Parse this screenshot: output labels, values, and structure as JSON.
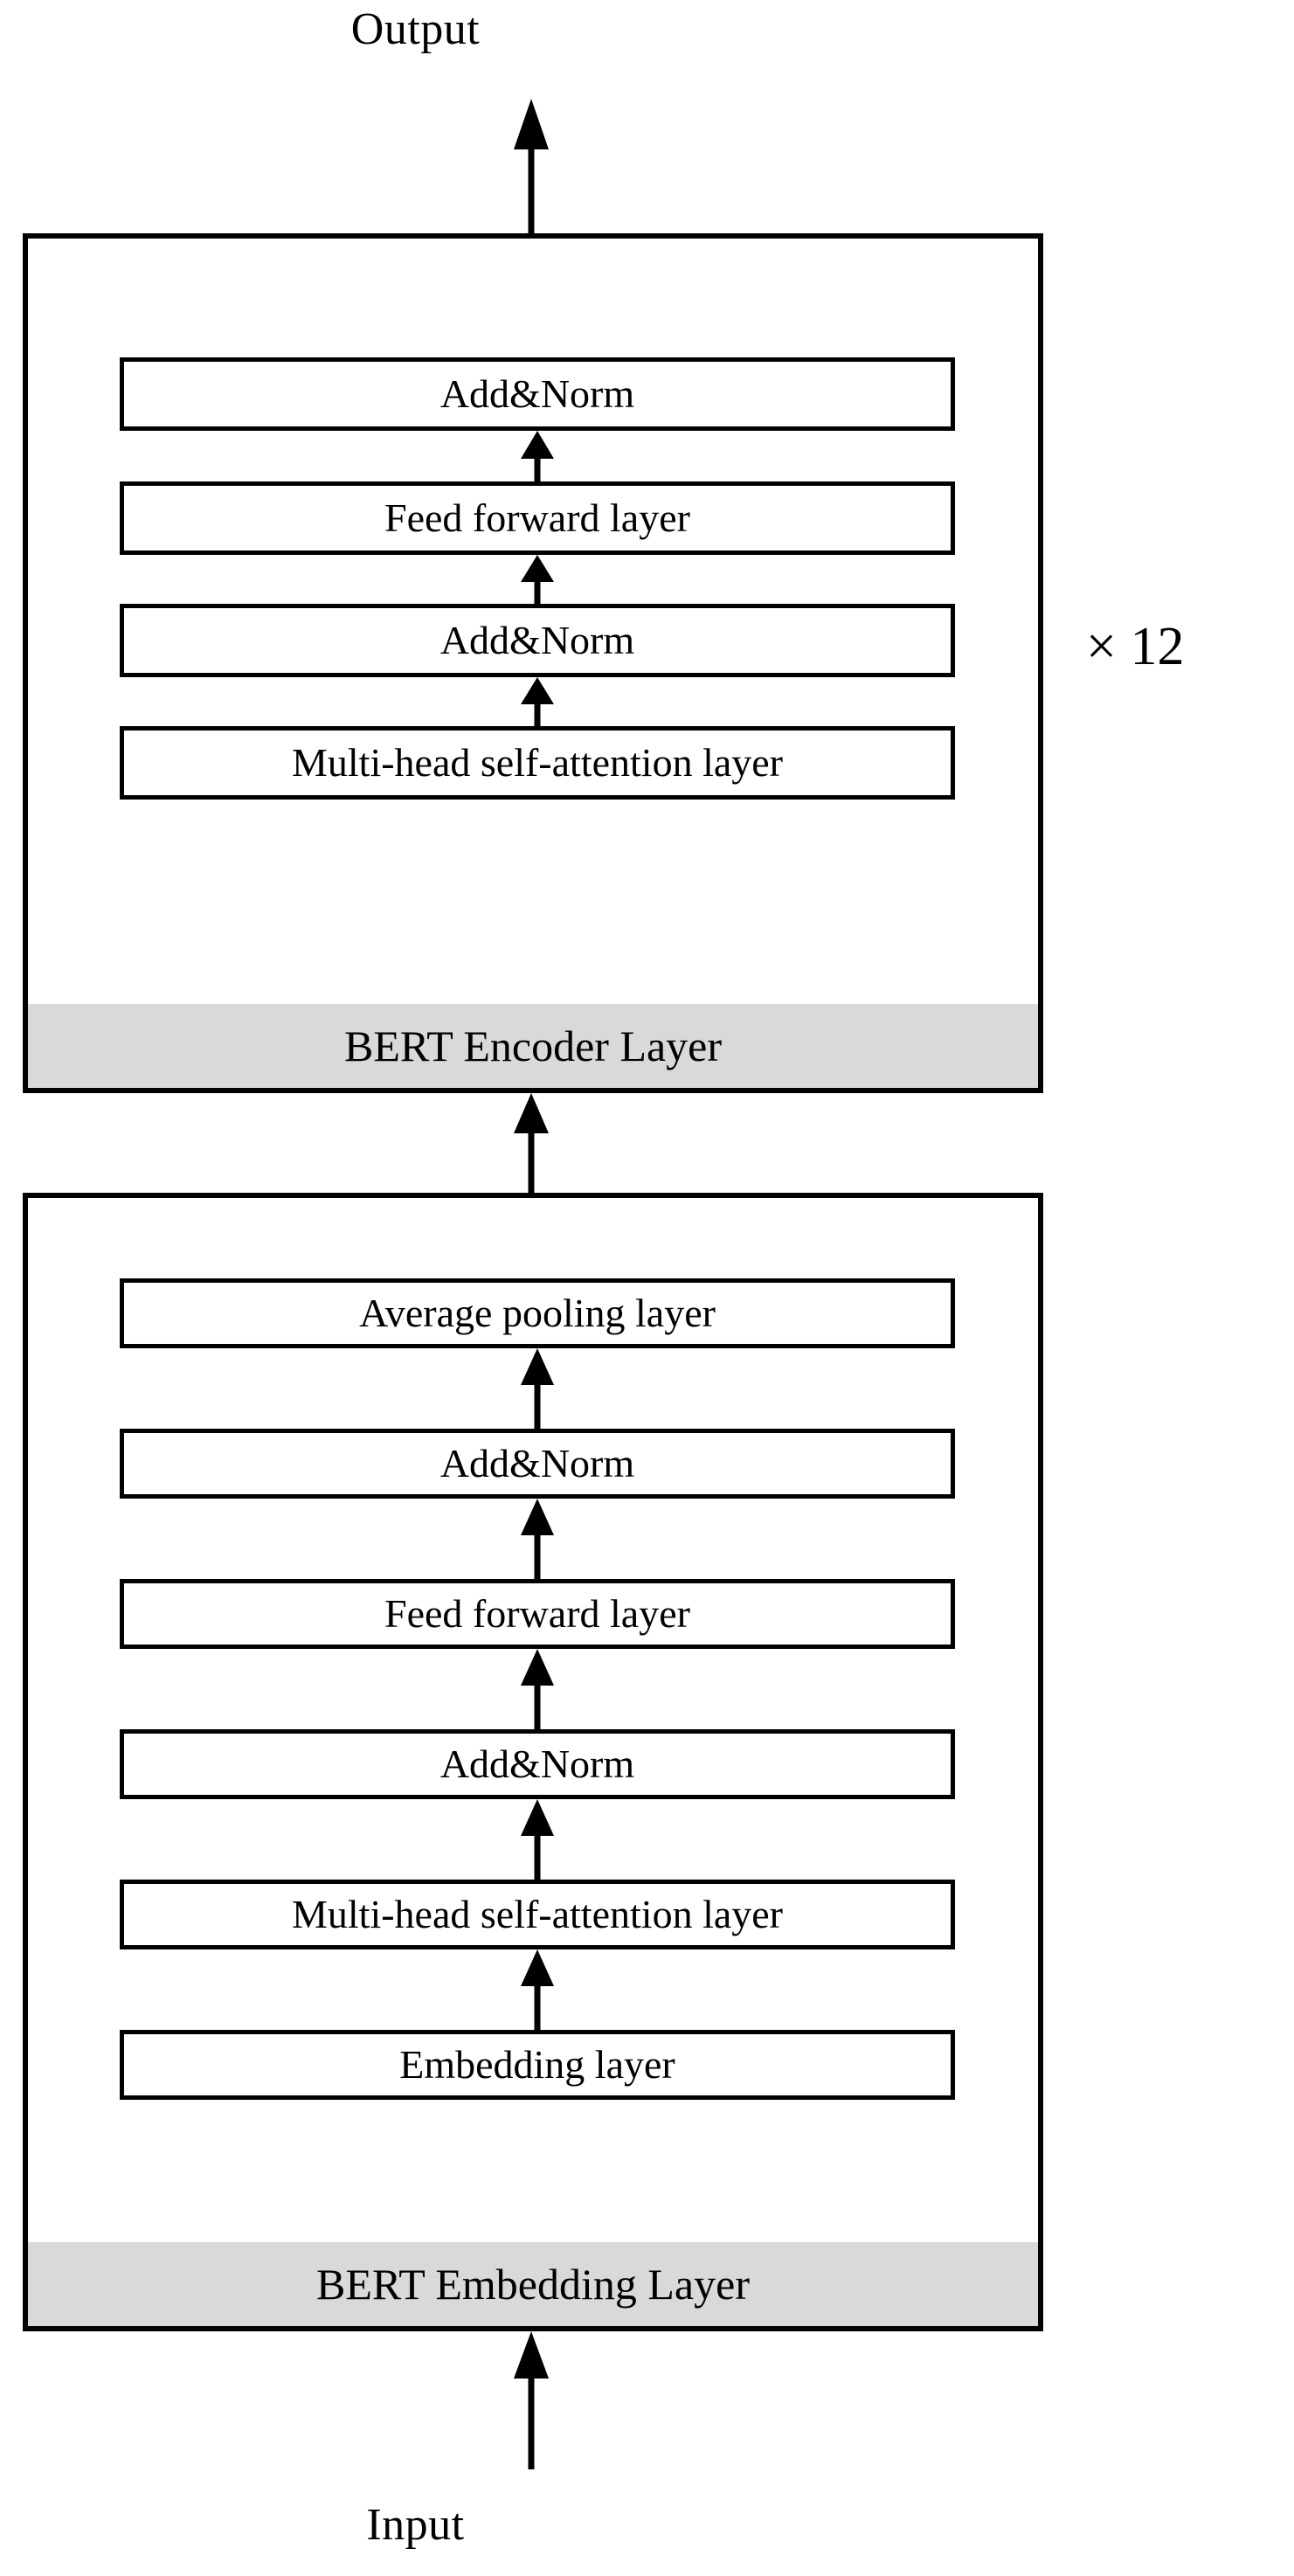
{
  "diagram": {
    "title_top": "Output",
    "title_bottom": "Input",
    "repeat_label": "× 12",
    "colors": {
      "stroke": "#000000",
      "band_fill": "#d9d9d9",
      "box_fill": "#ffffff",
      "background": "#ffffff"
    },
    "groups": [
      {
        "id": "encoder",
        "band_label": "BERT Encoder Layer",
        "layers": [
          {
            "label": "Add&Norm"
          },
          {
            "label": "Feed forward layer"
          },
          {
            "label": "Add&Norm"
          },
          {
            "label": "Multi-head self-attention layer"
          }
        ]
      },
      {
        "id": "embedding",
        "band_label": "BERT Embedding Layer",
        "layers": [
          {
            "label": "Average pooling layer"
          },
          {
            "label": "Add&Norm"
          },
          {
            "label": "Feed forward layer"
          },
          {
            "label": "Add&Norm"
          },
          {
            "label": "Multi-head self-attention layer"
          },
          {
            "label": "Embedding layer"
          }
        ]
      }
    ],
    "arrows": [
      {
        "name": "arrow-to-output",
        "from": "BERT Encoder Layer box top",
        "to": "Output"
      },
      {
        "name": "arrow-enc-attention-to-norm2",
        "from": "Multi-head self-attention layer",
        "to": "Add&Norm"
      },
      {
        "name": "arrow-enc-norm2-to-feedforward",
        "from": "Add&Norm",
        "to": "Feed forward layer"
      },
      {
        "name": "arrow-enc-feedforward-to-norm1",
        "from": "Feed forward layer",
        "to": "Add&Norm"
      },
      {
        "name": "arrow-embedding-to-encoder",
        "from": "BERT Embedding Layer",
        "to": "BERT Encoder Layer"
      },
      {
        "name": "arrow-emb-embedding-to-attention",
        "from": "Embedding layer",
        "to": "Multi-head self-attention layer"
      },
      {
        "name": "arrow-emb-attention-to-norm2",
        "from": "Multi-head self-attention layer",
        "to": "Add&Norm"
      },
      {
        "name": "arrow-emb-norm2-to-feedforward",
        "from": "Add&Norm",
        "to": "Feed forward layer"
      },
      {
        "name": "arrow-emb-feedforward-to-norm1",
        "from": "Feed forward layer",
        "to": "Add&Norm"
      },
      {
        "name": "arrow-emb-norm1-to-pooling",
        "from": "Add&Norm",
        "to": "Average pooling layer"
      },
      {
        "name": "arrow-input-to-embedding",
        "from": "Input",
        "to": "BERT Embedding Layer"
      }
    ]
  }
}
